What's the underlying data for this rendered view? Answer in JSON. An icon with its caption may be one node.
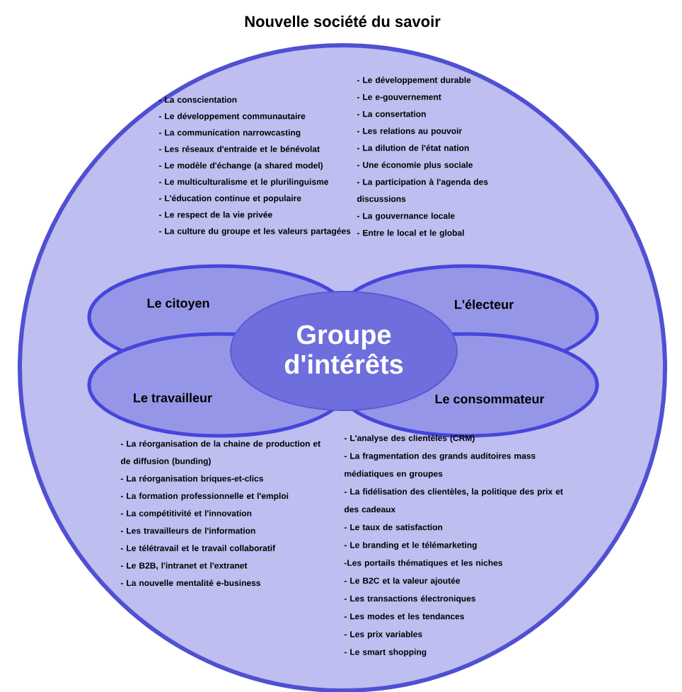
{
  "diagram": {
    "nodes": [
      {
        "text": [
          "Nouvelle société du savoir"
        ]
      },
      {
        "text": [
          "Le citoyen"
        ],
        "in": 0
      },
      {
        "text": [
          "L'électeur"
        ],
        "in": 0
      },
      {
        "text": [
          "Le travailleur"
        ],
        "in": 0
      },
      {
        "text": [
          "Le consommateur"
        ],
        "in": 0
      },
      {
        "text": [
          "Groupe d'intérêts"
        ],
        "in": 0
      }
    ],
    "labels": [
      "- La conscientation",
      "- Le développement communautaire",
      "- La communication narrowcasting",
      "- Les réseaux d'entraide et le bénévolat",
      "- Le modèle d'échange (a shared model)",
      "- Le multiculturalisme et le plurilinguisme",
      "- L'éducation continue et populaire",
      "- Le respect de la vie privée",
      "- La culture du groupe et les valeurs partagées",
      "- Le développement durable",
      "- Le e-gouvernement",
      "- La consertation",
      "- Les relations au pouvoir",
      "- La dilution de l'état nation",
      "- Une économie plus sociale",
      "- La participation à l'agenda des discussions",
      "- La gouvernance locale",
      "- Entre le local et le global",
      "- La réorganisation de la chaine de production et de diffusion (bunding)",
      "- La réorganisation briques-et-clics",
      "- La formation professionnelle et l'emploi",
      "- La compétitivité et l'innovation",
      "- Les travailleurs de l'information",
      "- Le télétravail et le travail collaboratif",
      "- Le B2B, l'intranet et l'extranet",
      "- La nouvelle mentalité e-business",
      "- L'analyse des clientèles (CRM)",
      "- La fragmentation des grands auditoires mass médiatiques en groupes",
      "- La fidélisation des clientèles, la politique des prix et des cadeaux",
      "- Le taux de satisfaction",
      "- Le branding et le télémarketing",
      "-Les portails thématiques et les niches",
      "- Le B2C et la valeur ajoutée",
      "- Les transactions électroniques",
      "- Les modes et les tendances",
      "- Les prix variables",
      "- Le smart shopping"
    ]
  }
}
